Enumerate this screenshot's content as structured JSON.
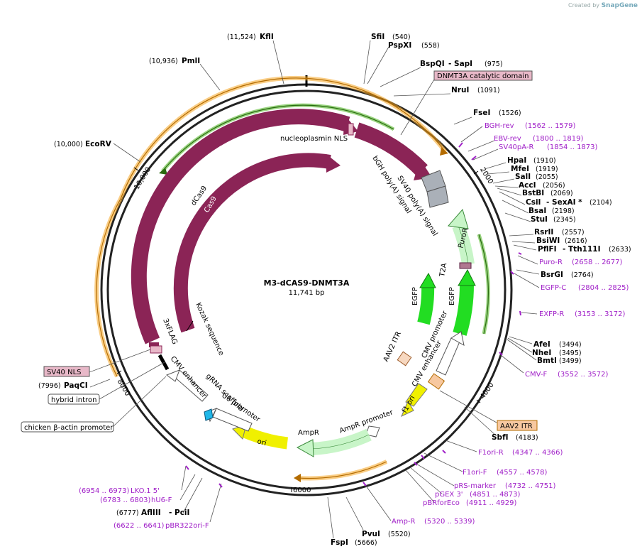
{
  "credit": {
    "prefix": "Created by",
    "brand": "SnapGene"
  },
  "plasmid": {
    "name": "M3-dCAS9-DNMT3A",
    "size": "11,741 bp"
  },
  "tick_labels": [
    "2000",
    "4000",
    "6000",
    "8000",
    "10,000"
  ],
  "features": {
    "nucleoplasmin_nls": "nucleoplasmin NLS",
    "bgh_polya": "bGH poly(A) signal",
    "sv40_polya": "SV40 poly(A) signal",
    "dcas9": "dCas9",
    "cas9": "Cas9",
    "kozak": "Kozak sequence",
    "flag": "3xFLAG",
    "cmv_enhancer_left": "CMV enhancer",
    "grna": "gRNA scaffold",
    "u6": "U6 promoter",
    "ori": "ori",
    "ampr": "AmpR",
    "ampr_promoter": "AmpR promoter",
    "f1ori": "f1 ori",
    "cmv_enhancer_right": "CMV enhancer",
    "cmv_promoter": "CMV promoter",
    "aav2_itr": "AAV2 ITR",
    "egfp_inner": "EGFP",
    "egfp_outer": "EGFP",
    "t2a": "T2A",
    "puror": "PuroR"
  },
  "boxed_labels": {
    "dnmt3a": "DNMT3A catalytic domain",
    "sv40_nls": "SV40 NLS",
    "hybrid_intron": "hybrid intron",
    "chicken_actin": "chicken β-actin promoter",
    "aav2_itr_box": "AAV2 ITR"
  },
  "sites": {
    "kfli": {
      "name": "KflI",
      "pos": "(11,524)"
    },
    "pmli": {
      "name": "PmlI",
      "pos": "(10,936)"
    },
    "ecorv": {
      "name": "EcoRV",
      "pos": "(10,000)"
    },
    "sfii": {
      "name": "SfiI",
      "pos": "(540)"
    },
    "pspxi": {
      "name": "PspXI",
      "pos": "(558)"
    },
    "bspqi": {
      "name": "BspQI",
      "pos": ""
    },
    "sapi": {
      "name": "- SapI",
      "pos": "(975)"
    },
    "nrui": {
      "name": "NruI",
      "pos": "(1091)"
    },
    "fsei": {
      "name": "FseI",
      "pos": "(1526)"
    },
    "hpai": {
      "name": "HpaI",
      "pos": "(1910)"
    },
    "mfei": {
      "name": "MfeI",
      "pos": "(1919)"
    },
    "sali": {
      "name": "SalI",
      "pos": "(2055)"
    },
    "acci": {
      "name": "AccI",
      "pos": "(2056)"
    },
    "bstbi": {
      "name": "BstBI",
      "pos": "(2069)"
    },
    "csii": {
      "name": "CsiI",
      "pos": ""
    },
    "sexai": {
      "name": "- SexAI *",
      "pos": "(2104)"
    },
    "bsai": {
      "name": "BsaI",
      "pos": "(2198)"
    },
    "stui": {
      "name": "StuI",
      "pos": "(2345)"
    },
    "rsrii": {
      "name": "RsrII",
      "pos": "(2557)"
    },
    "bsiwi": {
      "name": "BsiWI",
      "pos": "(2616)"
    },
    "pflfi": {
      "name": "PflFI",
      "pos": ""
    },
    "tth111i": {
      "name": "- Tth111I",
      "pos": "(2633)"
    },
    "bsrgi": {
      "name": "BsrGI",
      "pos": "(2764)"
    },
    "afei": {
      "name": "AfeI",
      "pos": "(3494)"
    },
    "nhei": {
      "name": "NheI",
      "pos": "(3495)"
    },
    "bmti": {
      "name": "BmtI",
      "pos": "(3499)"
    },
    "sbfi": {
      "name": "SbfI",
      "pos": "(4183)"
    },
    "pvui": {
      "name": "PvuI",
      "pos": "(5520)"
    },
    "fspi": {
      "name": "FspI",
      "pos": "(5666)"
    },
    "aflIII": {
      "name": "AflIII",
      "pos": "(6777)"
    },
    "pcii": {
      "name": "- PciI",
      "pos": ""
    },
    "paqci": {
      "name": "PaqCI",
      "pos": "(7996)"
    }
  },
  "primers": {
    "bgh_rev": {
      "name": "BGH-rev",
      "pos": "(1562 .. 1579)"
    },
    "ebv_rev": {
      "name": "EBV-rev",
      "pos": "(1800 .. 1819)"
    },
    "sv40pa_r": {
      "name": "SV40pA-R",
      "pos": "(1854 .. 1873)"
    },
    "puro_r": {
      "name": "Puro-R",
      "pos": "(2658 .. 2677)"
    },
    "egfp_c": {
      "name": "EGFP-C",
      "pos": "(2804 .. 2825)"
    },
    "exfp_r": {
      "name": "EXFP-R",
      "pos": "(3153 .. 3172)"
    },
    "cmv_f": {
      "name": "CMV-F",
      "pos": "(3552 .. 3572)"
    },
    "f1ori_r": {
      "name": "F1ori-R",
      "pos": "(4347 .. 4366)"
    },
    "f1ori_f": {
      "name": "F1ori-F",
      "pos": "(4557 .. 4578)"
    },
    "prs_marker": {
      "name": "pRS-marker",
      "pos": "(4732 .. 4751)"
    },
    "pgex3": {
      "name": "pGEX 3'",
      "pos": "(4851 .. 4873)"
    },
    "pbrforeco": {
      "name": "pBRforEco",
      "pos": "(4911 .. 4929)"
    },
    "amp_r": {
      "name": "Amp-R",
      "pos": "(5320 .. 5339)"
    },
    "lko15": {
      "name": "LKO.1 5'",
      "pos": "(6954 .. 6973)"
    },
    "hu6f": {
      "name": "hU6-F",
      "pos": "(6783 .. 6803)"
    },
    "pbr322": {
      "name": "pBR322ori-F",
      "pos": "(6622 .. 6641)"
    }
  },
  "colors": {
    "cas9": "#8b2456",
    "sv40_arc": "#f5a623",
    "green_arc": "#55b82a",
    "egfp": "#22dd22",
    "puro": "#c8f5c8",
    "ori": "#f0f000",
    "primer": "#a020c8",
    "aav2": "#f7c8a0",
    "nls_box": "#e8b8c8"
  }
}
